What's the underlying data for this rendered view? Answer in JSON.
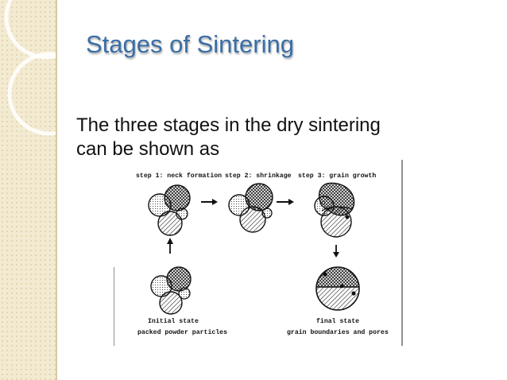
{
  "slide": {
    "title": "Stages of Sintering",
    "body_line1": "The three stages in the dry sintering",
    "body_line2": "can be shown as"
  },
  "diagram": {
    "step1_label": "step 1: neck formation",
    "step2_label": "step 2: shrinkage",
    "step3_label": "step 3: grain growth",
    "initial_state_label": "Initial state",
    "initial_state_caption": "packed powder particles",
    "final_state_label": "final state",
    "final_state_caption": "grain boundaries and pores"
  },
  "colors": {
    "title": "#3a6ea5",
    "sidebar": "#f3ead2"
  }
}
